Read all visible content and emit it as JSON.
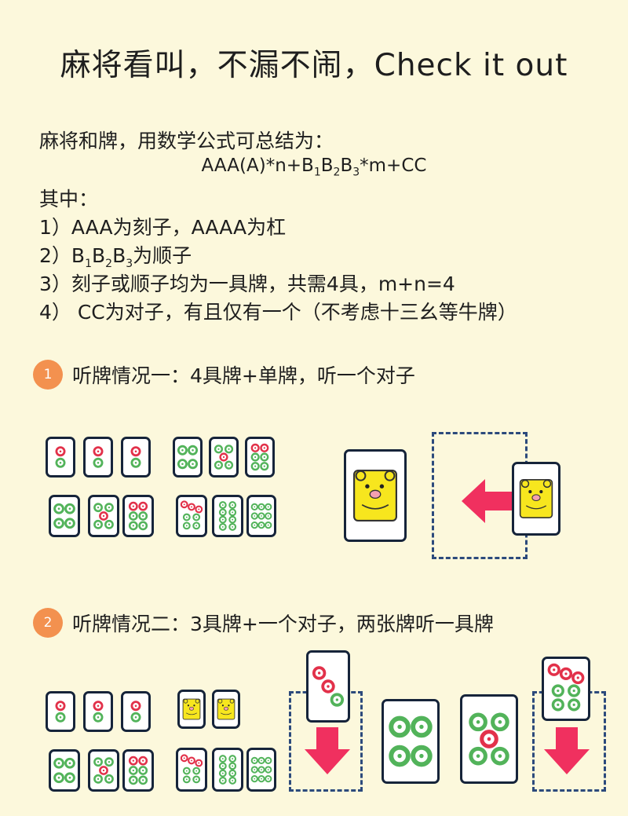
{
  "title": "麻将看叫，不漏不闹，Check it out",
  "intro": {
    "line1": "麻将和牌，用数学公式可总结为：",
    "formula": {
      "part1": "AAA(A)*n+B",
      "sub1": "1",
      "b2": "B",
      "sub2": "2",
      "b3": "B",
      "sub3": "3",
      "part2": "*m+CC"
    },
    "where": "其中："
  },
  "rules": {
    "r1": "1）AAA为刻子，AAAA为杠",
    "r2": {
      "prefix": "2）",
      "b1": "B",
      "s1": "1",
      "b2": "B",
      "s2": "2",
      "b3": "B",
      "s3": "3",
      "suffix": "为顺子"
    },
    "r3": "3）刻子或顺子均为一具牌，共需4具，m+n=4",
    "r4": "4） CC为对子，有且仅有一个（不考虑十三幺等牛牌）"
  },
  "sections": [
    {
      "number": "1",
      "title": "听牌情况一：4具牌+单牌，听一个对子"
    },
    {
      "number": "2",
      "title": "听牌情况二：3具牌+一个对子，两张牌听一具牌"
    }
  ],
  "colors": {
    "background": "#fcf8dc",
    "badge": "#f3914f",
    "arrow": "#f0305f",
    "dot_green": "#52b35a",
    "dot_red": "#e2314a",
    "tile_border": "#16243a",
    "dash": "#2c4a7c",
    "bear": "#f7e61e"
  }
}
